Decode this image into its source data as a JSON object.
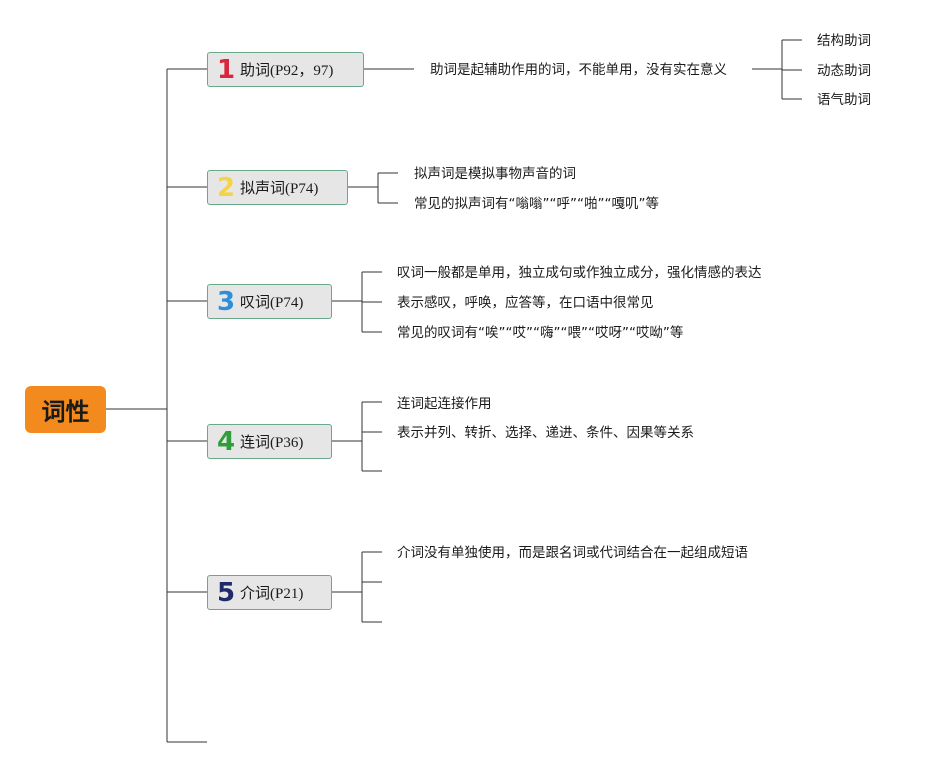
{
  "root": {
    "label": "词性",
    "color": "#f28a1e"
  },
  "branches": [
    {
      "number": "1",
      "number_color": "#d7263d",
      "label": "助词(P92，97)",
      "details": [
        "助词是起辅助作用的词，不能单用，没有实在意义"
      ],
      "sub_items": [
        "结构助词",
        "动态助词",
        "语气助词"
      ]
    },
    {
      "number": "2",
      "number_color": "#f3d34a",
      "label": "拟声词(P74)",
      "details": [
        "拟声词是模拟事物声音的词",
        "常见的拟声词有“嗡嗡”“呼”“啪”“嘎叽”等"
      ]
    },
    {
      "number": "3",
      "number_color": "#2e8fd8",
      "label": "叹词(P74)",
      "details": [
        "叹词一般都是单用，独立成句或作独立成分，强化情感的表达",
        "表示感叹，呼唤，应答等，在口语中很常见",
        "常见的叹词有“唉”“哎”“嗨”“喂”“哎呀”“哎呦”等"
      ]
    },
    {
      "number": "4",
      "number_color": "#2e9d3a",
      "label": "连词(P36)",
      "details": [
        "连词起连接作用",
        "表示并列、转折、选择、递进、条件、因果等关系",
        ""
      ]
    },
    {
      "number": "5",
      "number_color": "#1f2a6b",
      "label": "介词(P21)",
      "details": [
        "介词没有单独使用，而是跟名词或代词结合在一起组成短语",
        "",
        ""
      ]
    }
  ]
}
